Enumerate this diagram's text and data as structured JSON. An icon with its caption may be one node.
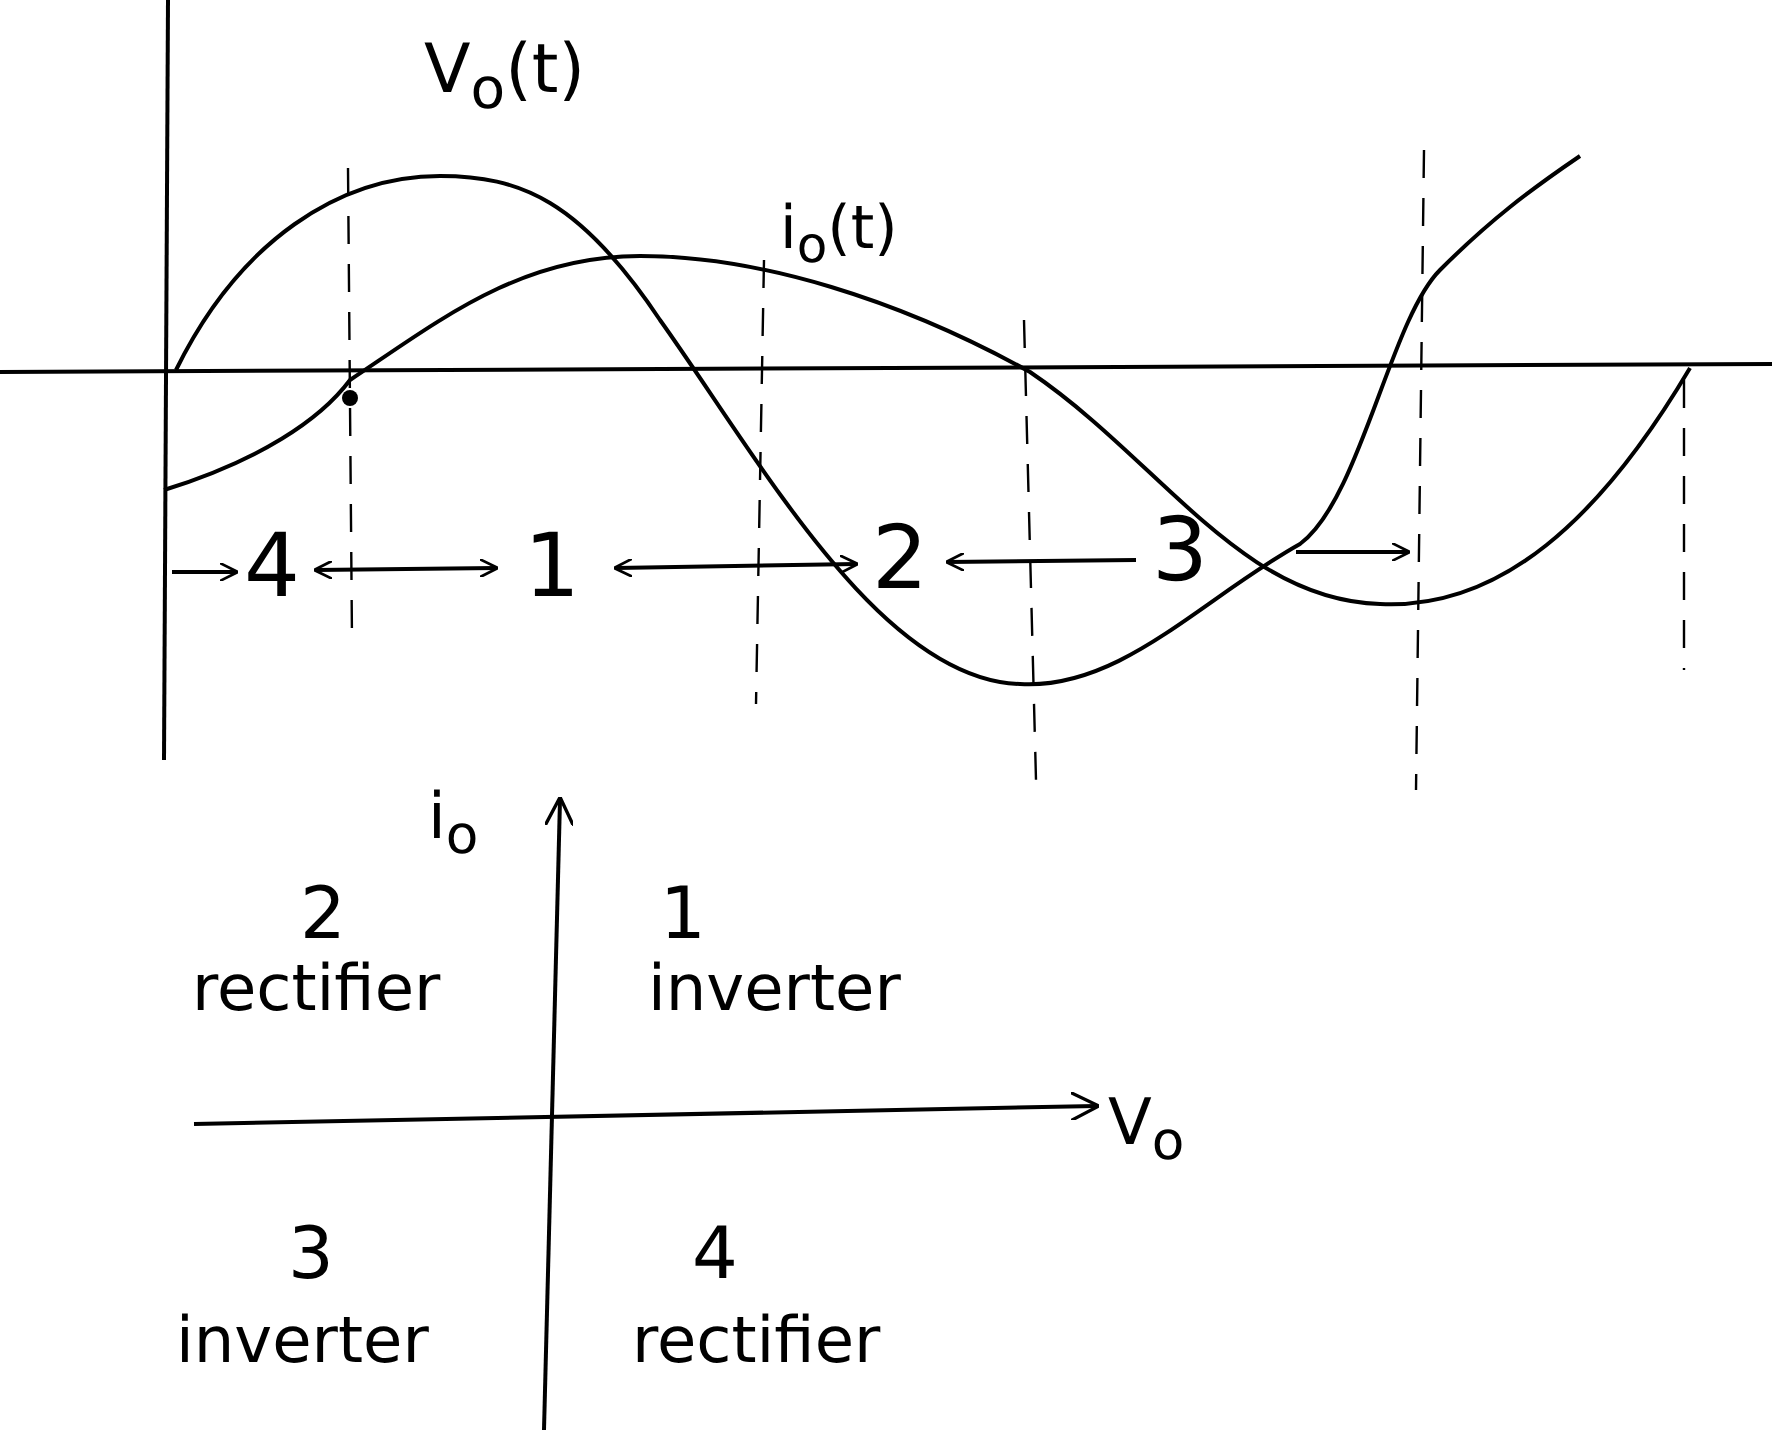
{
  "diagram": {
    "labels": [
      "V$_{o}$(t)",
      "i$_{o}$(t)",
      "4",
      "1",
      "2",
      "3",
      "i$_{o}$",
      "2",
      "rectifier",
      "1",
      "inverter",
      "V$_{o}$",
      "3",
      "inverter",
      "4",
      "rectifier"
    ]
  }
}
